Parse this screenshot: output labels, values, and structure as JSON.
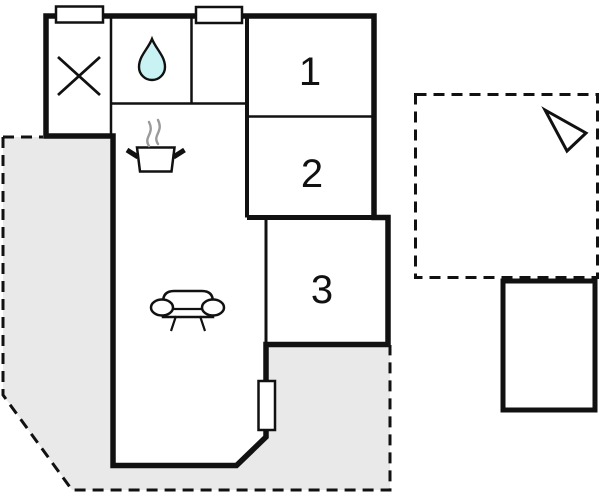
{
  "plan": {
    "rooms": [
      {
        "id": "room-1",
        "label": "1"
      },
      {
        "id": "room-2",
        "label": "2"
      },
      {
        "id": "room-3",
        "label": "3"
      }
    ],
    "icons": [
      "window-marker",
      "window-marker",
      "x-cross-marker",
      "water-drop-icon",
      "stove-pot-icon",
      "steam-icon",
      "sofa-icon",
      "door-marker",
      "north-arrow-icon"
    ],
    "colors": {
      "wall": "#111111",
      "terrace_fill": "#e9e9e9",
      "room_fill": "#ffffff",
      "water_drop_fill": "#c9f2f4",
      "steam_gray": "#9a9a9a",
      "background": "#ffffff"
    }
  }
}
